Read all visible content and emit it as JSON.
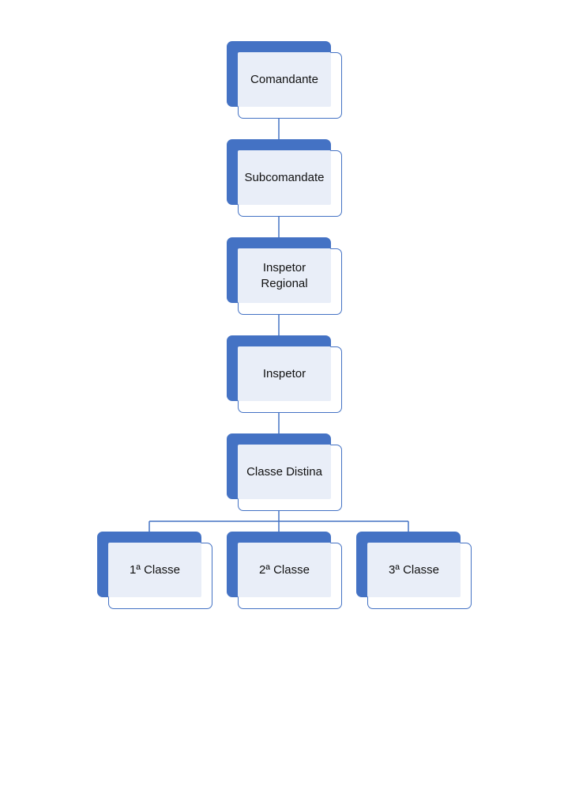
{
  "diagram": {
    "nodes": [
      {
        "id": "comandante",
        "label": "Comandante"
      },
      {
        "id": "subcomandante",
        "label": "Subcomandate"
      },
      {
        "id": "inspetor-regional",
        "label": "Inspetor Regional"
      },
      {
        "id": "inspetor",
        "label": "Inspetor"
      },
      {
        "id": "classe-distinta",
        "label": "Classe Distina"
      },
      {
        "id": "primeira-classe",
        "label": "1ª Classe"
      },
      {
        "id": "segunda-classe",
        "label": "2ª Classe"
      },
      {
        "id": "terceira-classe",
        "label": "3ª Classe"
      }
    ],
    "edges": [
      {
        "from": "comandante",
        "to": "subcomandante"
      },
      {
        "from": "subcomandante",
        "to": "inspetor-regional"
      },
      {
        "from": "inspetor-regional",
        "to": "inspetor"
      },
      {
        "from": "inspetor",
        "to": "classe-distinta"
      },
      {
        "from": "classe-distinta",
        "to": "primeira-classe"
      },
      {
        "from": "classe-distinta",
        "to": "segunda-classe"
      },
      {
        "from": "classe-distinta",
        "to": "terceira-classe"
      }
    ],
    "colors": {
      "accent": "#4472c4",
      "fill": "#e9eef8",
      "line": "#4472c4"
    }
  }
}
